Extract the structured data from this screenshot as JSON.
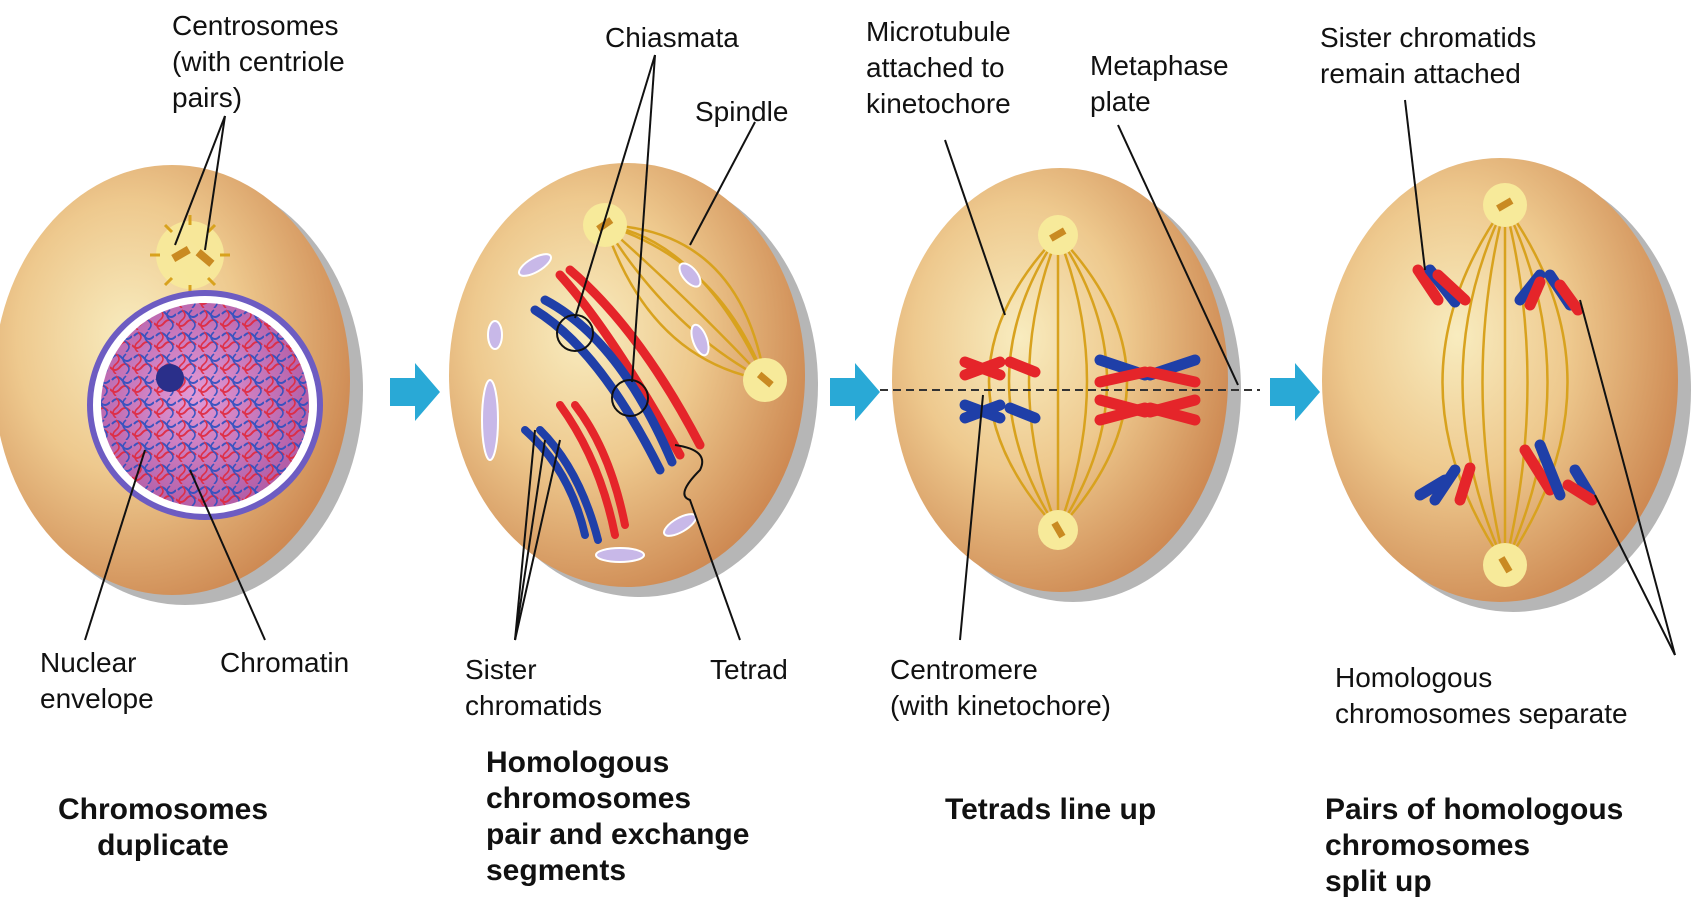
{
  "labels": {
    "centrosomes": "Centrosomes\n(with centriole\npairs)",
    "nuclear_envelope": "Nuclear\nenvelope",
    "chromatin": "Chromatin",
    "chiasmata": "Chiasmata",
    "spindle": "Spindle",
    "sister_chromatids": "Sister\nchromatids",
    "tetrad": "Tetrad",
    "microtubule": "Microtubule\nattached to\nkinetochore",
    "metaphase_plate": "Metaphase\nplate",
    "centromere": "Centromere\n(with kinetochore)",
    "sister_remain": "Sister chromatids\nremain attached",
    "homologous_separate": "Homologous\nchromosomes separate"
  },
  "captions": {
    "stage1": "Chromosomes\nduplicate",
    "stage2": "Homologous\nchromosomes\npair and exchange\nsegments",
    "stage3": "Tetrads line up",
    "stage4": "Pairs of homologous\nchromosomes\nsplit up"
  },
  "colors": {
    "cell_fill": "#d08a55",
    "cell_inner": "#f6e7b0",
    "spindle": "#d8a21e",
    "chromosome_red": "#e5252a",
    "chromosome_blue": "#1f3fa8",
    "arrow": "#29a9d6",
    "nucleus": "#c86fb5"
  }
}
